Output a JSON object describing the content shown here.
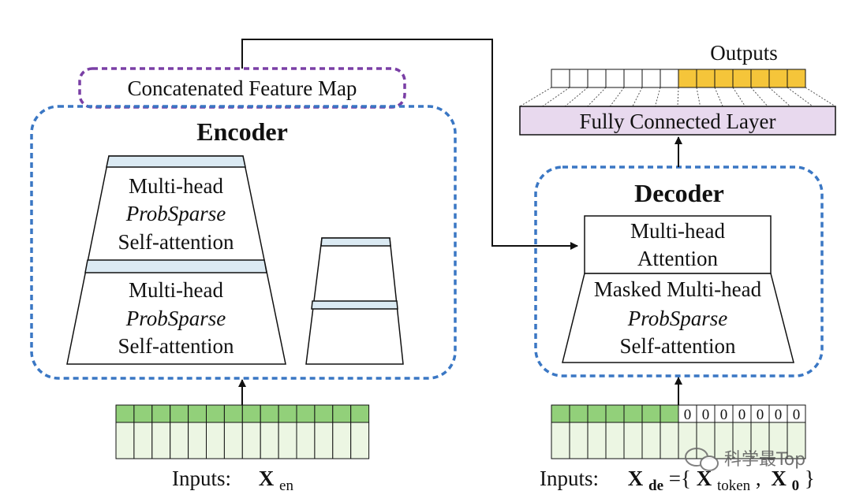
{
  "encoder": {
    "title": "Encoder",
    "stack_top_line1": "Multi-head",
    "stack_top_line2": "ProbSparse",
    "stack_top_line3": "Self-attention",
    "stack_bottom_line1": "Multi-head",
    "stack_bottom_line2": "ProbSparse",
    "stack_bottom_line3": "Self-attention"
  },
  "concat": {
    "label": "Concatenated Feature Map"
  },
  "decoder": {
    "title": "Decoder",
    "attn_line1": "Multi-head",
    "attn_line2": "Attention",
    "masked_line1": "Masked Multi-head",
    "masked_line2": "ProbSparse",
    "masked_line3": "Self-attention"
  },
  "fc": {
    "label": "Fully Connected Layer"
  },
  "outputs": {
    "label": "Outputs"
  },
  "inputs_encoder": {
    "prefix": "Inputs:",
    "symbol": "X",
    "subscript": "en"
  },
  "inputs_decoder": {
    "prefix": "Inputs:",
    "symbol": "X",
    "subscript": "de",
    "eq_open": "={",
    "token_symbol": "X",
    "token_sub": "token",
    "comma": ",",
    "zero_symbol": "X",
    "zero_sub": "0",
    "close": "}",
    "zero_digit": "0"
  },
  "watermark": {
    "text": "科学最Top"
  },
  "colors": {
    "dashed_blue": "#3a77c4",
    "dashed_purple": "#7a3fa5",
    "input_green": "#92d07a",
    "input_light": "#ecf6e3",
    "output_gold": "#f5c53a",
    "fc_fill": "#e8d9ee",
    "layer_band": "#dbeaf3"
  }
}
